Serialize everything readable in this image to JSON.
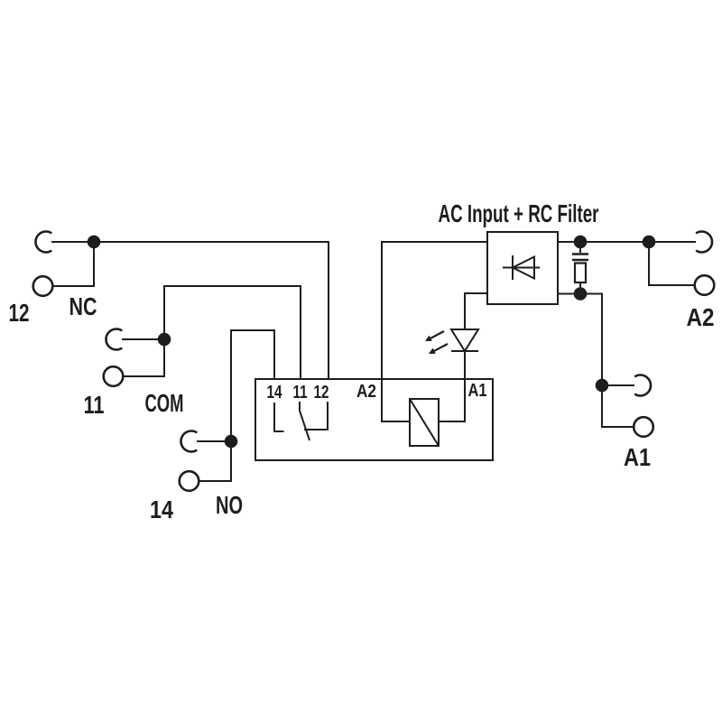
{
  "page": {
    "ink": "#1d1d1b",
    "background": "#ffffff"
  },
  "diagram": {
    "title": "AC Input + RC Filter",
    "input_terminals": {
      "a2": {
        "label": "A2"
      },
      "a1": {
        "label": "A1"
      }
    },
    "output_terminals": {
      "nc": {
        "number": "12",
        "label": "NC"
      },
      "com": {
        "number": "11",
        "label": "COM"
      },
      "no": {
        "number": "14",
        "label": "NO"
      }
    },
    "relay": {
      "pins": {
        "p14": "14",
        "p11": "11",
        "p12": "12",
        "pa2": "A2",
        "pa1": "A1"
      }
    }
  }
}
